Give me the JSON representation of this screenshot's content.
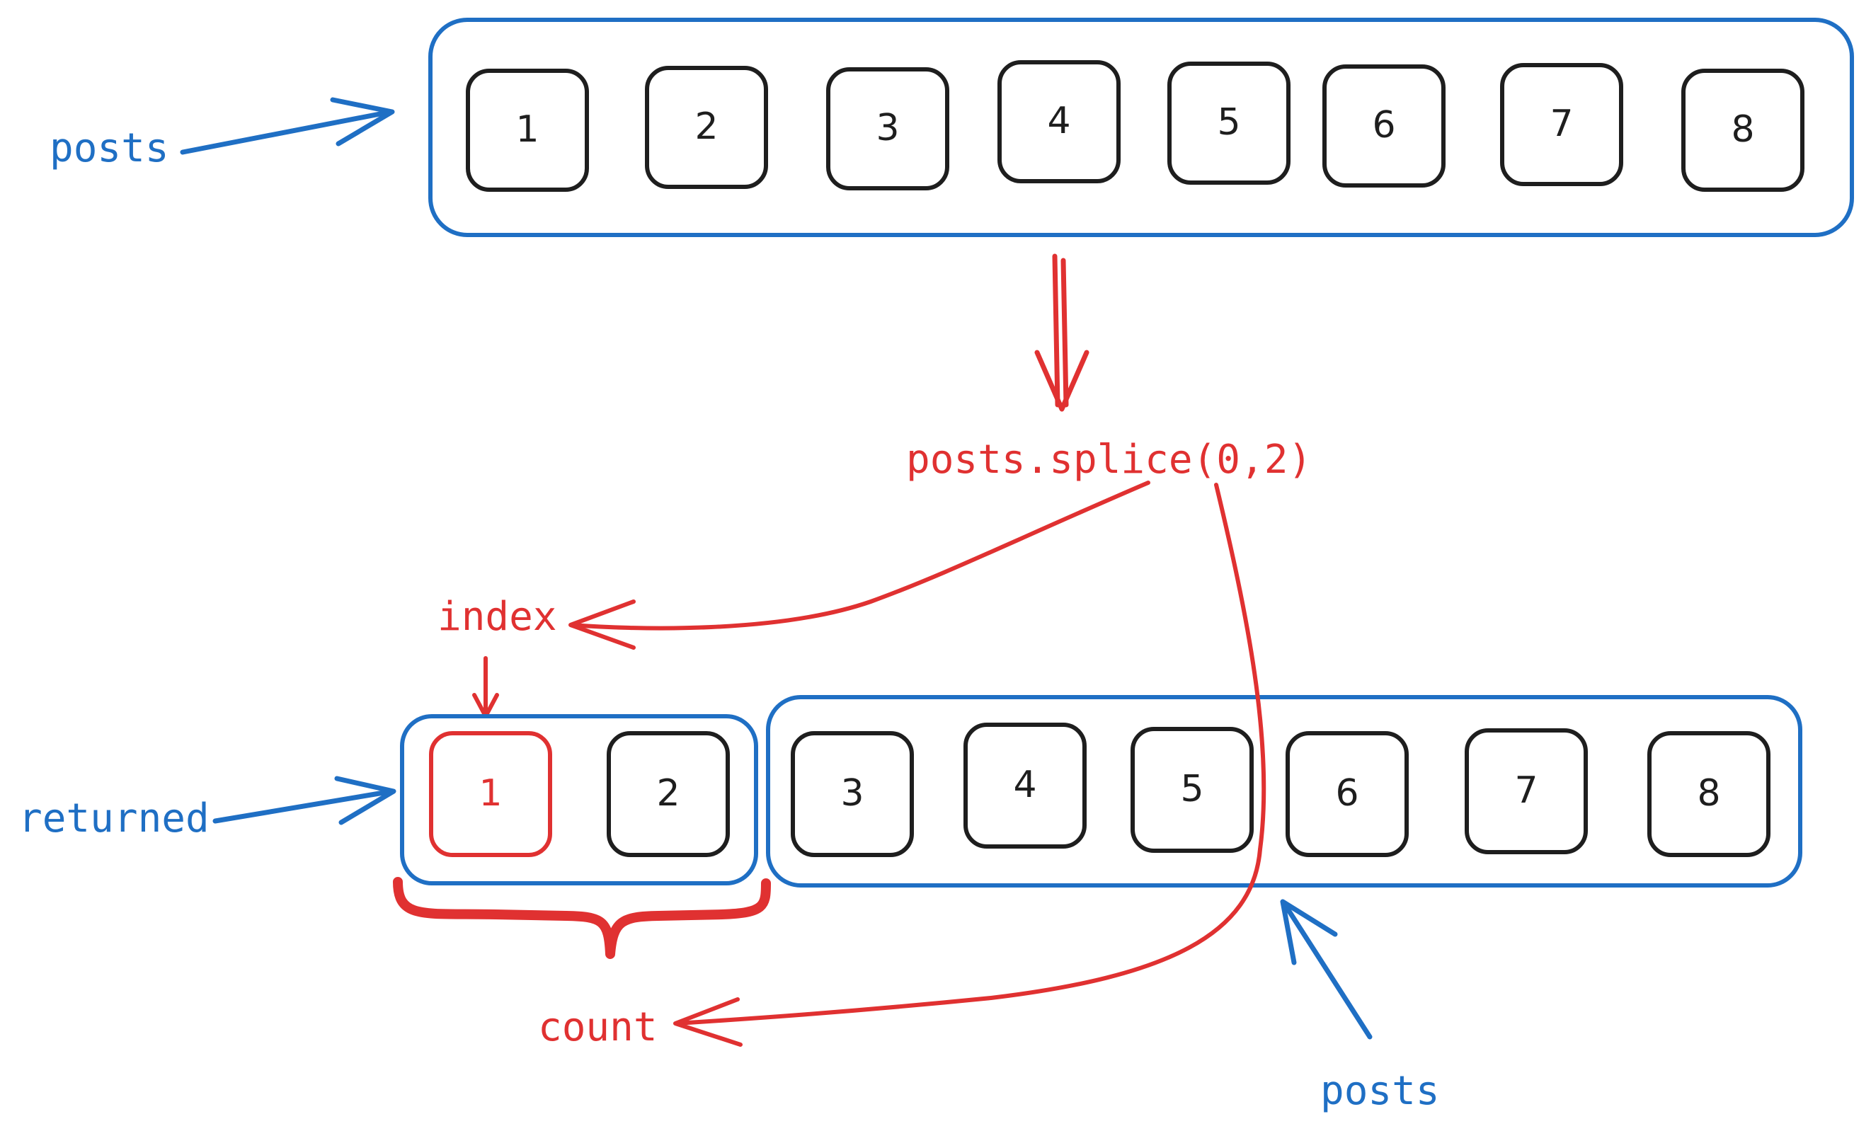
{
  "colors": {
    "blue": "#1f6fc4",
    "red": "#e03131",
    "ink": "#1e1e1e",
    "background": "#ffffff"
  },
  "labels": {
    "posts_top": "posts",
    "splice_call": "posts.splice(0,2)",
    "index": "index",
    "returned": "returned",
    "count": "count",
    "posts_bottom": "posts"
  },
  "top_array": {
    "items": [
      "1",
      "2",
      "3",
      "4",
      "5",
      "6",
      "7",
      "8"
    ]
  },
  "returned_array": {
    "items": [
      "1",
      "2"
    ],
    "highlighted_index": 0
  },
  "remaining_array": {
    "items": [
      "3",
      "4",
      "5",
      "6",
      "7",
      "8"
    ]
  }
}
